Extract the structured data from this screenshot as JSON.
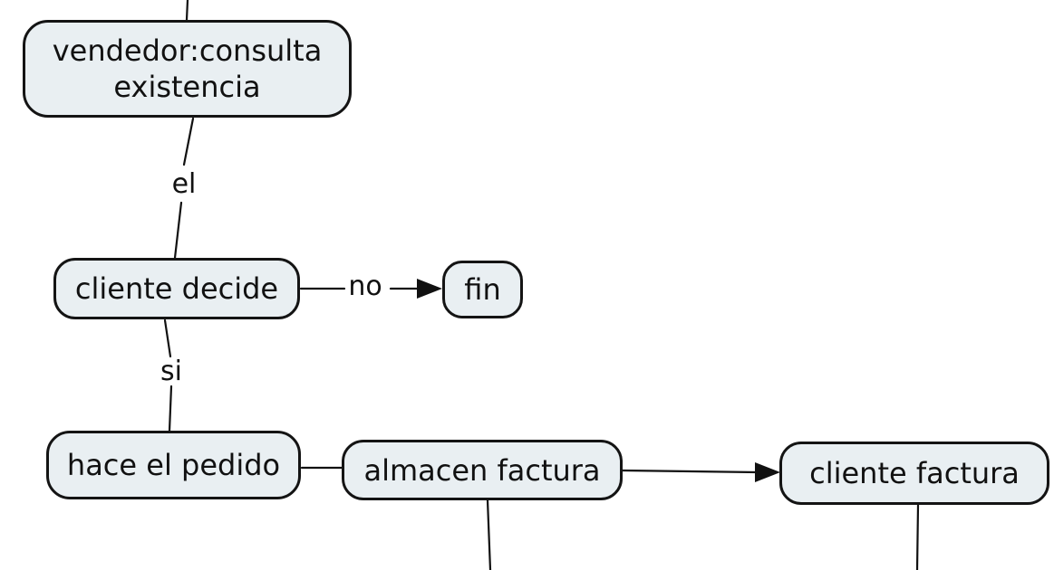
{
  "diagram": {
    "type": "concept-map-flowchart",
    "language": "es",
    "nodes": [
      {
        "id": "vendedor-consulta-existencia",
        "label": "vendedor:consulta existencia"
      },
      {
        "id": "cliente-decide",
        "label": "cliente decide"
      },
      {
        "id": "fin",
        "label": "fin"
      },
      {
        "id": "hace-el-pedido",
        "label": "hace el pedido"
      },
      {
        "id": "almacen-factura",
        "label": "almacen factura"
      },
      {
        "id": "cliente-factura",
        "label": "cliente factura"
      }
    ],
    "edge_labels": [
      {
        "id": "el",
        "text": "el"
      },
      {
        "id": "no",
        "text": "no"
      },
      {
        "id": "si",
        "text": "si"
      }
    ],
    "edges": [
      {
        "from": "top-of-canvas",
        "to": "vendedor-consulta-existencia",
        "label": "",
        "arrow": false
      },
      {
        "from": "vendedor-consulta-existencia",
        "to": "cliente-decide",
        "label": "el",
        "arrow": false
      },
      {
        "from": "cliente-decide",
        "to": "fin",
        "label": "no",
        "arrow": true
      },
      {
        "from": "cliente-decide",
        "to": "hace-el-pedido",
        "label": "si",
        "arrow": false
      },
      {
        "from": "hace-el-pedido",
        "to": "almacen-factura",
        "label": "",
        "arrow": false
      },
      {
        "from": "almacen-factura",
        "to": "cliente-factura",
        "label": "",
        "arrow": true
      },
      {
        "from": "almacen-factura",
        "to": "bottom-of-canvas",
        "label": "",
        "arrow": false
      },
      {
        "from": "cliente-factura",
        "to": "bottom-of-canvas",
        "label": "",
        "arrow": false
      }
    ],
    "colors": {
      "background": "#ffffff",
      "node_fill": "#e9eff2",
      "node_border": "#141414",
      "line": "#111111",
      "text": "#111111"
    }
  }
}
